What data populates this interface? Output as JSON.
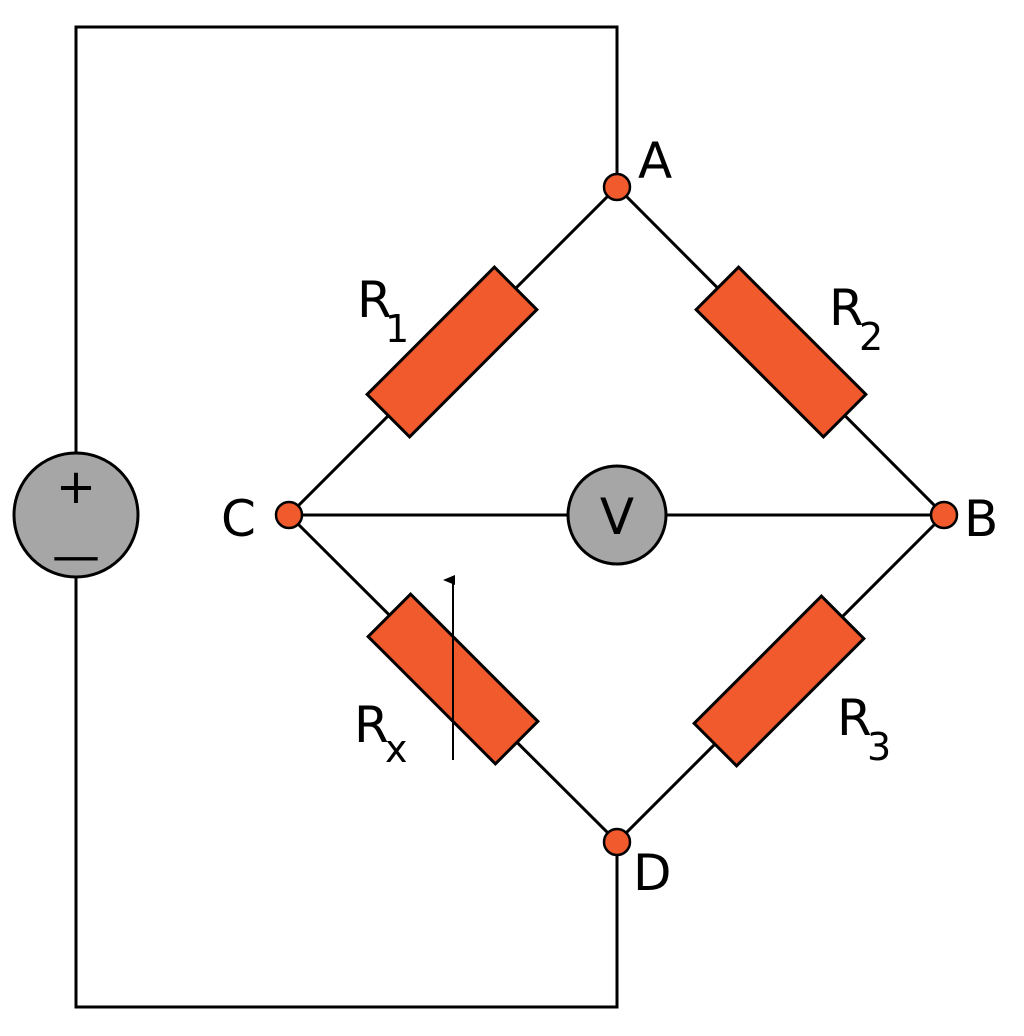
{
  "colors": {
    "resistor": "#f15a2c",
    "node": "#f15a2c",
    "meter": "#a6a6a6",
    "wire": "#000000"
  },
  "nodes": {
    "A": "A",
    "B": "B",
    "C": "C",
    "D": "D"
  },
  "resistors": {
    "r1": {
      "symbol": "R",
      "subscript": "1"
    },
    "r2": {
      "symbol": "R",
      "subscript": "2"
    },
    "r3": {
      "symbol": "R",
      "subscript": "3"
    },
    "rx": {
      "symbol": "R",
      "subscript": "x",
      "variable": true
    }
  },
  "voltmeter": {
    "label": "V"
  },
  "source": {
    "positive": "+",
    "negative": "—"
  }
}
